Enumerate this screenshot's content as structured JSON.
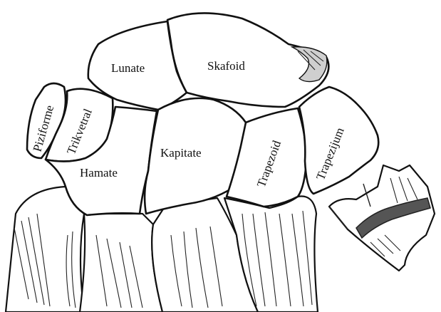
{
  "diagram": {
    "labels": {
      "piziforme": "Piziforme",
      "trikvetral": "Trikvetral",
      "lunate": "Lunate",
      "skafoid": "Skafoid",
      "hamate": "Hamate",
      "kapitate": "Kapitate",
      "trapezoid": "Trapezoid",
      "trapezijum": "Trapezijum"
    },
    "colors": {
      "ink": "#111111",
      "paper": "#ffffff",
      "fracture": "#555555"
    }
  }
}
